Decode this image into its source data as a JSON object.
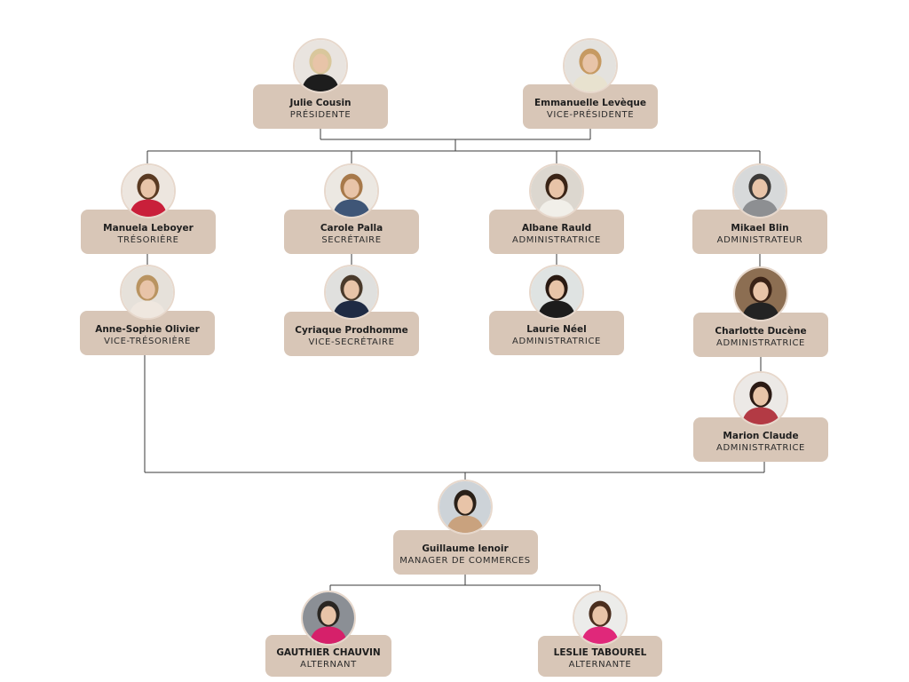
{
  "people": [
    {
      "id": "julie-cousin",
      "name": "Julie Cousin",
      "role": "PRÉSIDENTE",
      "avatar_bg": "#e9e4df",
      "hair": "#d9c79c",
      "shirt": "#1d1d1d"
    },
    {
      "id": "emmanuelle-leveque",
      "name": "Emmanuelle Levèque",
      "role": "VICE-PRÉSIDENTE",
      "avatar_bg": "#e4e2de",
      "hair": "#c69a62",
      "shirt": "#e8e2cf"
    },
    {
      "id": "manuela-leboyer",
      "name": "Manuela Leboyer",
      "role": "TRÉSORIÈRE",
      "avatar_bg": "#ede6df",
      "hair": "#5a3a22",
      "shirt": "#c91f3a"
    },
    {
      "id": "carole-palla",
      "name": "Carole Palla",
      "role": "SECRÉTAIRE",
      "avatar_bg": "#ece8e2",
      "hair": "#a7794a",
      "shirt": "#3f5677"
    },
    {
      "id": "albane-rauld",
      "name": "Albane Rauld",
      "role": "ADMINISTRATRICE",
      "avatar_bg": "#dcd7cf",
      "hair": "#3a2416",
      "shirt": "#f1efe9"
    },
    {
      "id": "mikael-blin",
      "name": "Mikael Blin",
      "role": "ADMINISTRATEUR",
      "avatar_bg": "#d7d9da",
      "hair": "#3c3a38",
      "shirt": "#8d8f92"
    },
    {
      "id": "anne-sophie-olivier",
      "name": "Anne-Sophie Olivier",
      "role": "VICE-TRÉSORIÈRE",
      "avatar_bg": "#e6e1da",
      "hair": "#b99461",
      "shirt": "#efe7df"
    },
    {
      "id": "cyriaque-prodhomme",
      "name": "Cyriaque Prodhomme",
      "role": "VICE-SECRÉTAIRE",
      "avatar_bg": "#e0e0de",
      "hair": "#4a3a2b",
      "shirt": "#1f2b44"
    },
    {
      "id": "laurie-neel",
      "name": "Laurie Néel",
      "role": "ADMINISTRATRICE",
      "avatar_bg": "#dfe3e2",
      "hair": "#2a1a12",
      "shirt": "#1c1c1c"
    },
    {
      "id": "charlotte-ducene",
      "name": "Charlotte Ducène",
      "role": "ADMINISTRATRICE",
      "avatar_bg": "#8c6e52",
      "hair": "#3a2216",
      "shirt": "#232323"
    },
    {
      "id": "marion-claude",
      "name": "Marion Claude",
      "role": "ADMINISTRATRICE",
      "avatar_bg": "#ece9e6",
      "hair": "#2b1a14",
      "shirt": "#b33a44"
    },
    {
      "id": "guillaume-lenoir",
      "name": "Guillaume lenoir",
      "role": "MANAGER DE COMMERCES",
      "avatar_bg": "#cdd3d8",
      "hair": "#2a2018",
      "shirt": "#c9a27e"
    },
    {
      "id": "gauthier-chauvin",
      "name": "GAUTHIER CHAUVIN",
      "role": "ALTERNANT",
      "avatar_bg": "#8b8f95",
      "hair": "#2a2622",
      "shirt": "#d6206a"
    },
    {
      "id": "leslie-tabourel",
      "name": "LESLIE TABOUREL",
      "role": "ALTERNANTE",
      "avatar_bg": "#ececea",
      "hair": "#4a2e1e",
      "shirt": "#e0287a"
    }
  ],
  "theme": {
    "card_bg": "#d8c6b7",
    "line_color": "#3a3a3a",
    "avatar_ring": "#e7d8cc"
  }
}
